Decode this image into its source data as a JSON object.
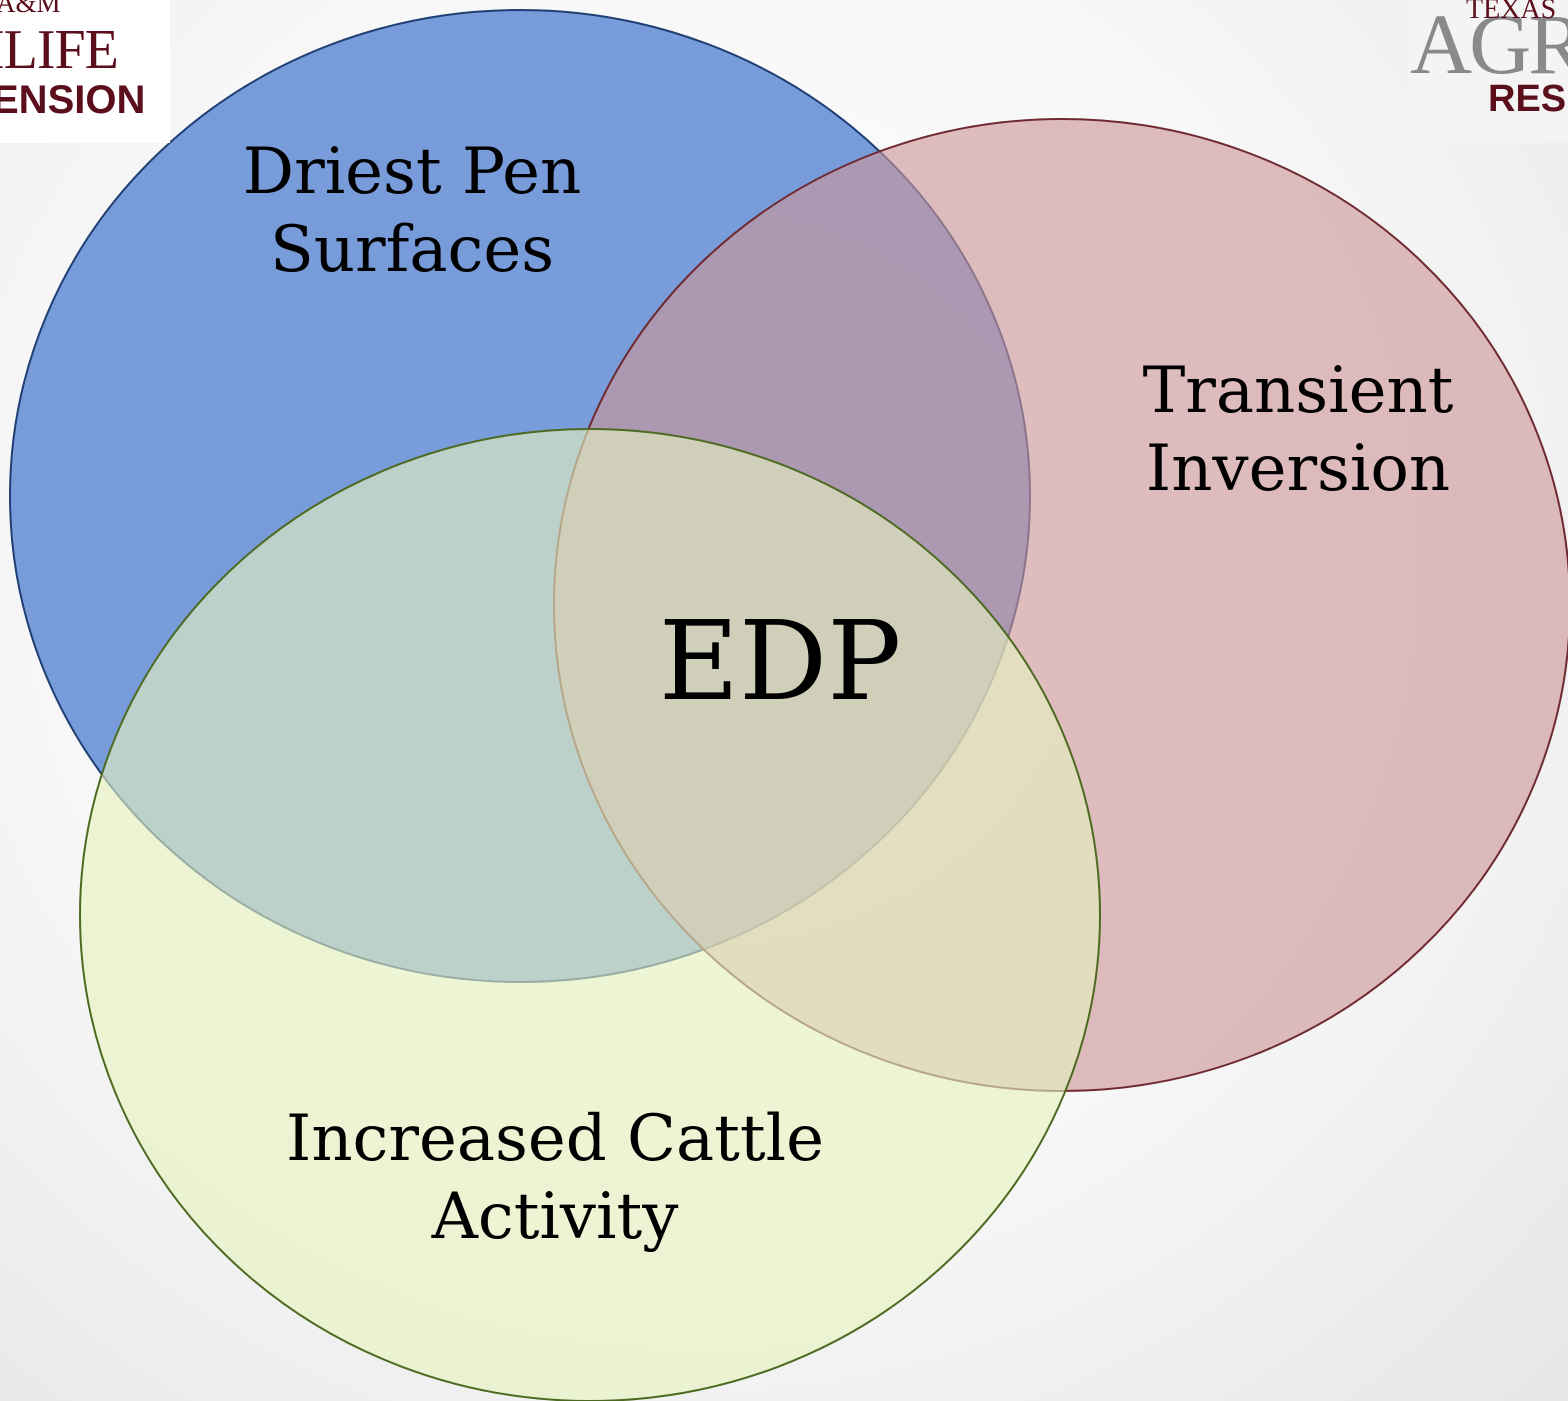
{
  "logos": {
    "left": {
      "top_text": "A&M",
      "mid_text": "ILIFE",
      "bottom_text": "ENSION"
    },
    "right": {
      "top_text": "TEXAS",
      "mid_text": "AGR",
      "bottom_text": "RES"
    }
  },
  "venn": {
    "circles": [
      {
        "id": "driest-pen-surfaces",
        "label_lines": [
          "Driest Pen",
          "Surfaces"
        ],
        "fill": "#5b86d3",
        "stroke": "#1f3f73"
      },
      {
        "id": "transient-inversion",
        "label_lines": [
          "Transient",
          "Inversion"
        ],
        "fill": "#cd9699",
        "stroke": "#6e2a30"
      },
      {
        "id": "increased-cattle-activity",
        "label_lines": [
          "Increased Cattle",
          "Activity"
        ],
        "fill": "#e5f2be",
        "stroke": "#4c6a20"
      }
    ],
    "center_label": "EDP"
  }
}
